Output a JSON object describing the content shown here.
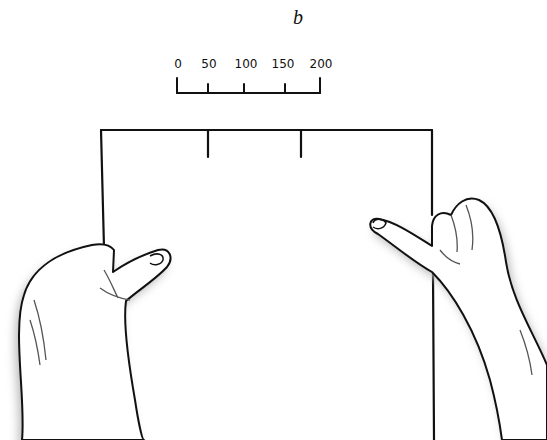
{
  "diagram": {
    "labels": [
      "b",
      "0",
      "50",
      "100",
      "150",
      "200"
    ]
  }
}
